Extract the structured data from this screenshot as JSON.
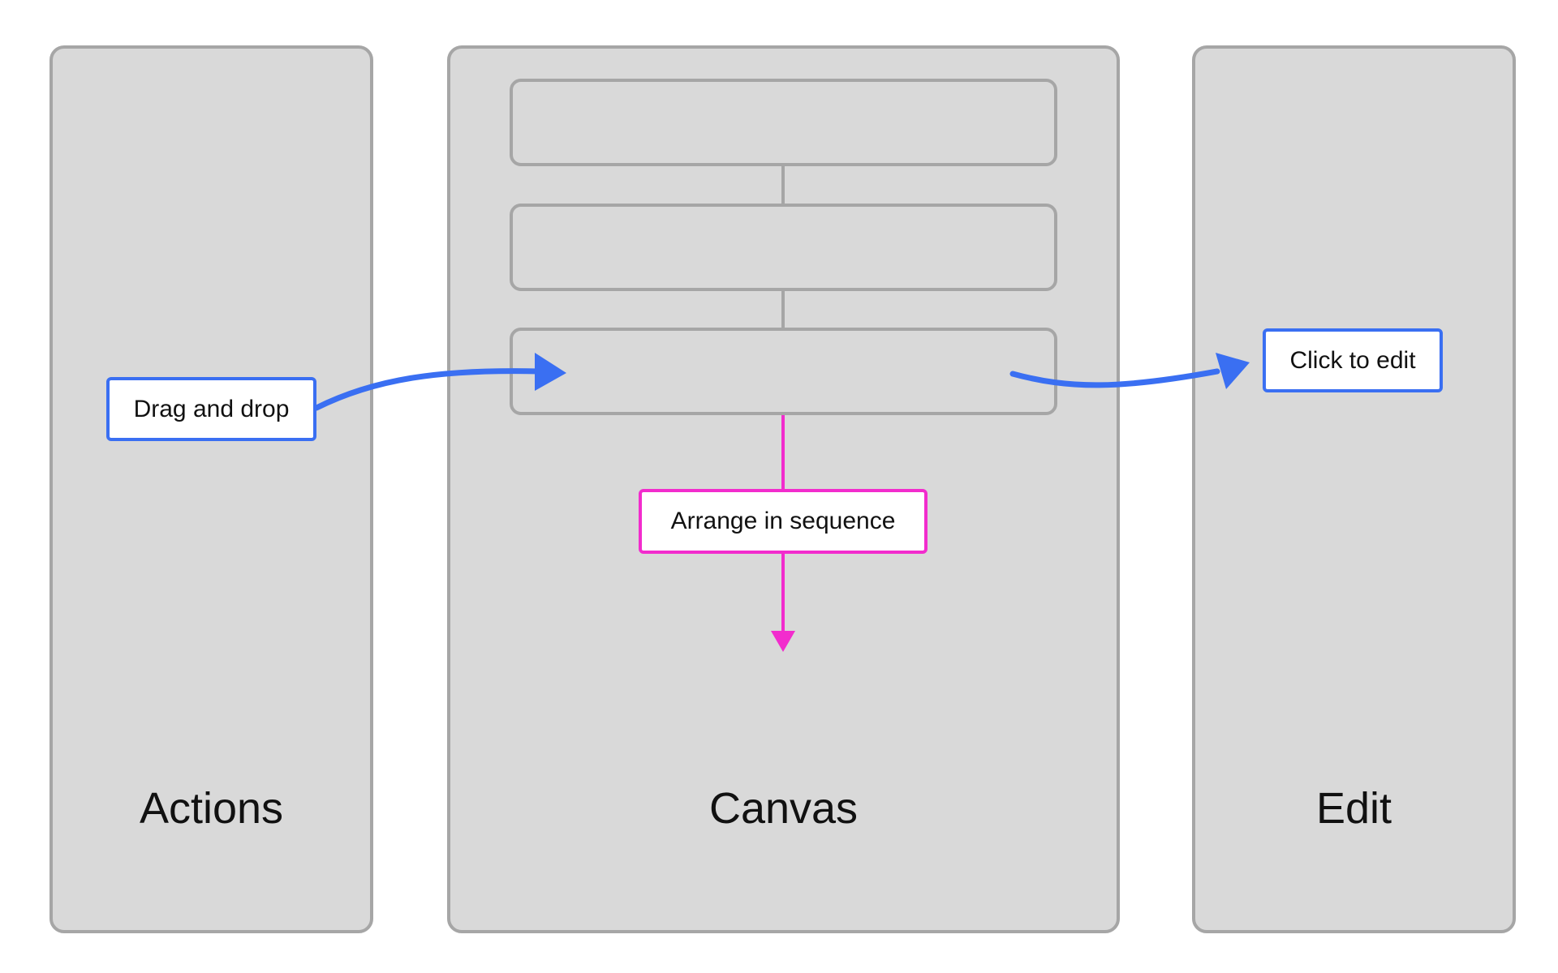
{
  "panels": {
    "actions": {
      "title": "Actions"
    },
    "canvas": {
      "title": "Canvas"
    },
    "edit": {
      "title": "Edit"
    }
  },
  "canvas_steps": {
    "count": 3,
    "items": [
      "",
      "",
      ""
    ]
  },
  "annotations": {
    "drag_and_drop": "Drag and drop",
    "click_to_edit": "Click to edit",
    "arrange_in_sequence": "Arrange in sequence"
  },
  "colors": {
    "panel_fill": "#d9d9d9",
    "panel_border": "#a6a6a6",
    "blue_accent": "#3a6ff2",
    "magenta_accent": "#f22ccd",
    "text": "#111111"
  }
}
